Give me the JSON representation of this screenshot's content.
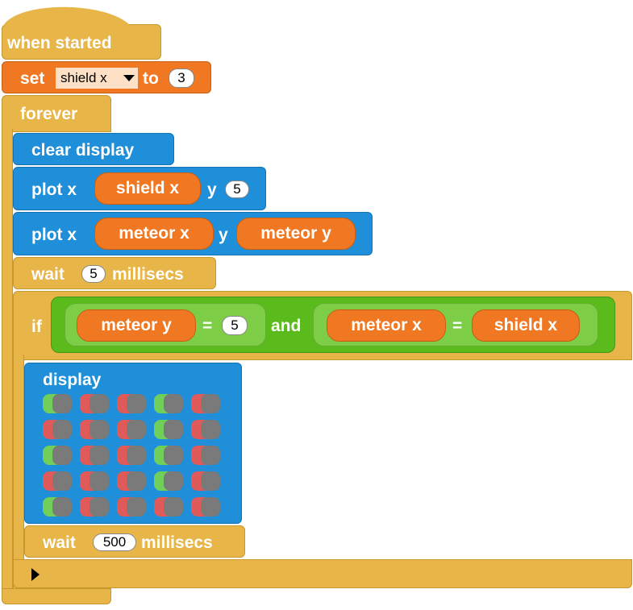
{
  "hat": {
    "label": "when started"
  },
  "set_block": {
    "keyword": "set",
    "variable": "shield x",
    "to_label": "to",
    "value": "3"
  },
  "forever": {
    "label": "forever"
  },
  "clear_display": {
    "label": "clear display"
  },
  "plot1": {
    "plot_label": "plot x",
    "x_var": "shield x",
    "y_label": "y",
    "y_value": "5"
  },
  "plot2": {
    "plot_label": "plot x",
    "x_var": "meteor x",
    "y_label": "y",
    "y_var": "meteor y"
  },
  "wait1": {
    "label": "wait",
    "value": "5",
    "unit": "millisecs"
  },
  "if_block": {
    "label": "if",
    "left_var": "meteor y",
    "eq1": "=",
    "left_value": "5",
    "and_label": "and",
    "right_var": "meteor x",
    "eq2": "=",
    "right_var2": "shield x"
  },
  "display": {
    "label": "display",
    "grid": [
      [
        "green",
        "gray",
        "gray",
        "green",
        "gray"
      ],
      [
        "gray",
        "gray",
        "gray",
        "green",
        "gray"
      ],
      [
        "green",
        "gray",
        "gray",
        "green",
        "gray"
      ],
      [
        "gray",
        "gray",
        "gray",
        "green",
        "gray"
      ],
      [
        "green",
        "gray",
        "gray",
        "gray",
        "gray"
      ]
    ],
    "colors": {
      "on": "#e05a5a",
      "off_tint": "#6fcf5a",
      "gray": "#7a7a7a"
    }
  },
  "wait2": {
    "label": "wait",
    "value": "500",
    "unit": "millisecs"
  }
}
